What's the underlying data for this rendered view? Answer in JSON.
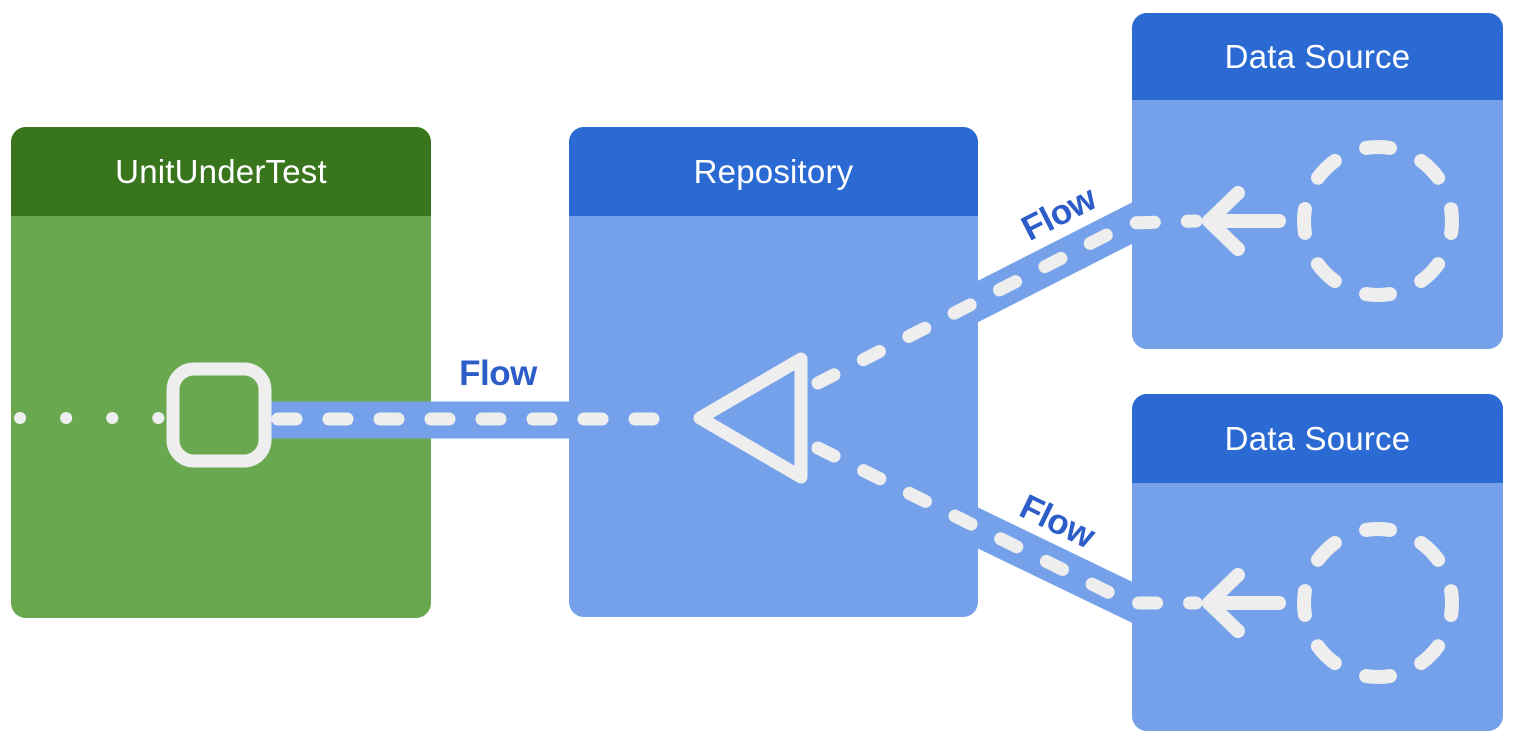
{
  "diagram": {
    "nodes": [
      {
        "id": "unit-under-test",
        "label": "UnitUnderTest",
        "theme": "green"
      },
      {
        "id": "repository",
        "label": "Repository",
        "theme": "blue"
      },
      {
        "id": "data-source-1",
        "label": "Data Source",
        "theme": "blue"
      },
      {
        "id": "data-source-2",
        "label": "Data Source",
        "theme": "blue"
      }
    ],
    "edges": [
      {
        "id": "flow-repository-to-unit-under-test",
        "from": "repository",
        "to": "unit-under-test",
        "label": "Flow",
        "style": "dashed-band"
      },
      {
        "id": "flow-data-source-1-to-repository",
        "from": "data-source-1",
        "to": "repository",
        "label": "Flow",
        "style": "dashed-band"
      },
      {
        "id": "flow-data-source-2-to-repository",
        "from": "data-source-2",
        "to": "repository",
        "label": "Flow",
        "style": "dashed-band"
      }
    ],
    "icons": [
      {
        "name": "collect-square-icon",
        "node": "unit-under-test"
      },
      {
        "name": "merge-triangle-icon",
        "node": "repository"
      },
      {
        "name": "left-arrow-icon",
        "node": "data-source-1"
      },
      {
        "name": "dashed-circle-icon",
        "node": "data-source-1"
      },
      {
        "name": "left-arrow-icon",
        "node": "data-source-2"
      },
      {
        "name": "dashed-circle-icon",
        "node": "data-source-2"
      }
    ]
  },
  "colors": {
    "background": "#ffffff",
    "green_header": "#38751d",
    "green_body": "#6aa84f",
    "blue_header": "#2b6ad3",
    "blue_body": "#75a1ea",
    "flow_band": "#75a1ea",
    "dash_white": "#eeeeee",
    "flow_label": "#2d5dc8",
    "title_text": "#ffffff"
  }
}
